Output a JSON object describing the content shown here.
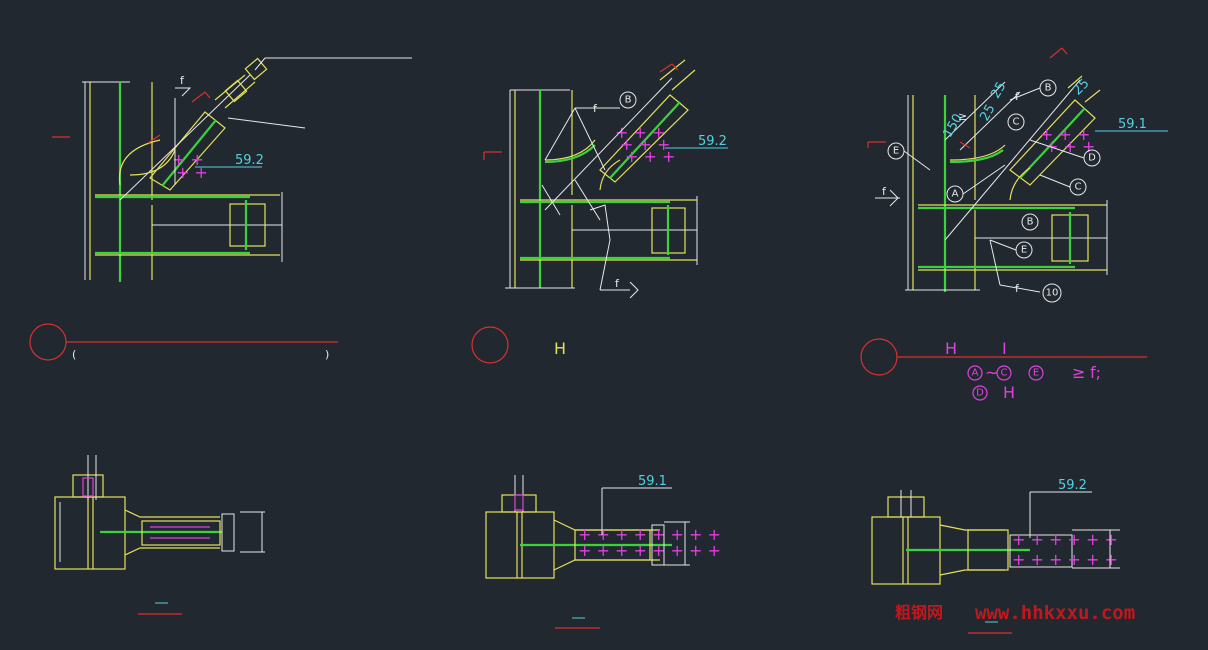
{
  "drawing": {
    "background": "#212830",
    "colors": {
      "structure": "#e3e15a",
      "plate": "#3cd23c",
      "dimension": "#55d0e0",
      "bolt": "#e040e0",
      "leader": "#e8e8e8",
      "title_line": "#d93030"
    },
    "detail1": {
      "dimension": "59.2",
      "paren_open": "(",
      "paren_close": ")"
    },
    "detail2": {
      "dimension": "59.2",
      "bubble_b": "B",
      "weld_f_top": "f",
      "weld_f_bottom": "f",
      "section_label": "H"
    },
    "detail3": {
      "dimension": "59.1",
      "bubbles": [
        "B",
        "C",
        "D",
        "C",
        "B",
        "E",
        "A",
        "E",
        "10"
      ],
      "dims_angle": [
        "150",
        "25",
        "25",
        "25"
      ],
      "ge_sign": "≥",
      "section_labels": [
        "H",
        "I"
      ],
      "note": {
        "range_from": "A",
        "tilde": "~",
        "range_to": "C",
        "e_bubble": "E",
        "ge": "≥",
        "f": "f;",
        "d_bubble": "D",
        "h": "H"
      },
      "weld_f": "f",
      "weld_f2": "f"
    },
    "plan1": {},
    "plan2": {
      "dimension": "59.1"
    },
    "plan3": {
      "dimension": "59.2"
    },
    "watermark": {
      "cn": "粗钢网",
      "url": "www.hhkxxu.com"
    }
  }
}
